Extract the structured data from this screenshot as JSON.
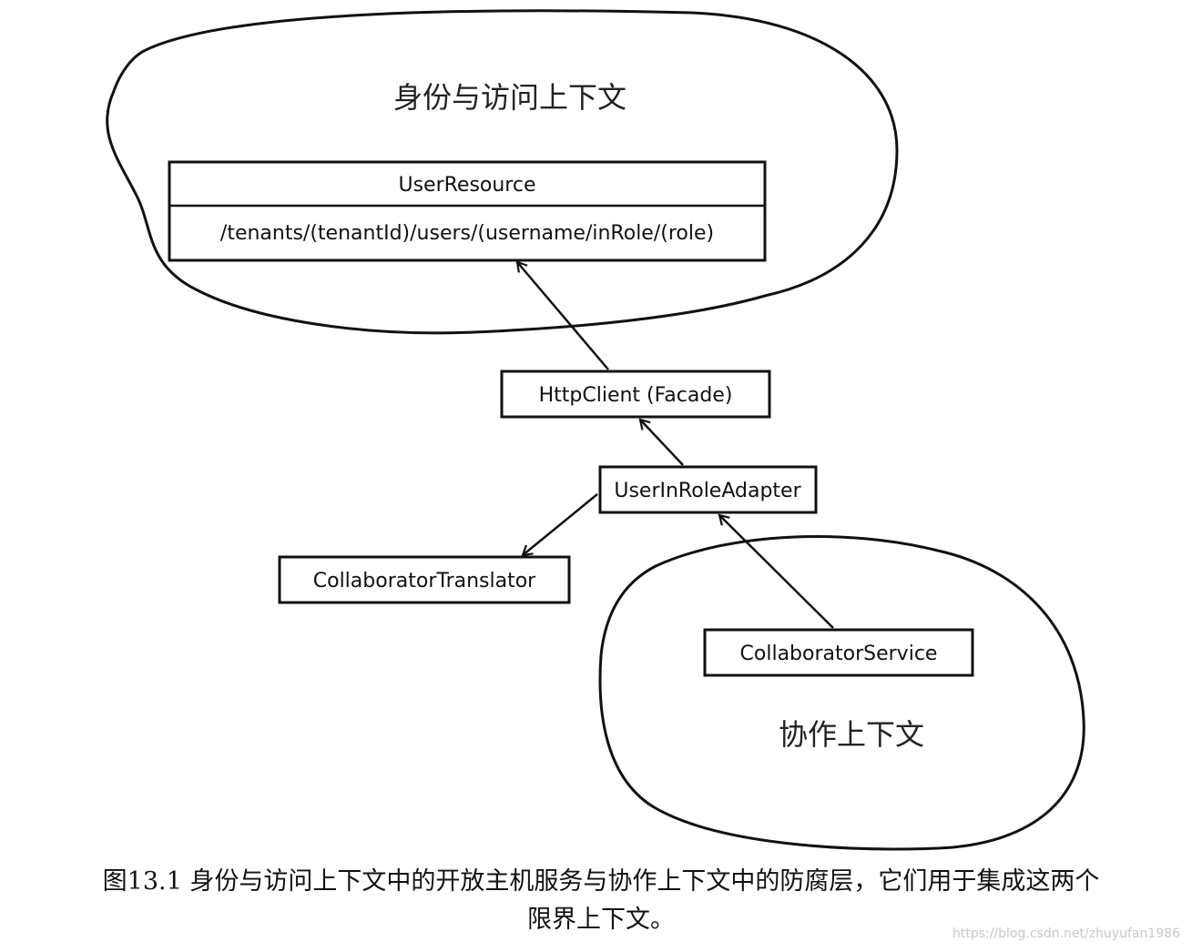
{
  "contexts": {
    "identity_access": "身份与访问上下文",
    "collaboration": "协作上下文"
  },
  "boxes": {
    "user_resource": {
      "title": "UserResource",
      "path": "/tenants/(tenantId)/users/(username/inRole/(role)"
    },
    "http_client": "HttpClient (Facade)",
    "user_in_role_adapter": "UserInRoleAdapter",
    "collaborator_translator": "CollaboratorTranslator",
    "collaborator_service": "CollaboratorService"
  },
  "caption": {
    "line1": "图13.1 身份与访问上下文中的开放主机服务与协作上下文中的防腐层，它们用于集成这两个",
    "line2": "限界上下文。"
  },
  "watermark": "https://blog.csdn.net/zhuyufan1986"
}
